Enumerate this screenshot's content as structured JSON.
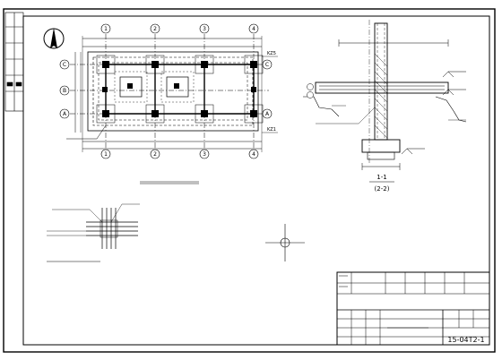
{
  "drawing": {
    "plan_grid_columns": [
      "1",
      "2",
      "3",
      "4"
    ],
    "plan_grid_rows": [
      "A",
      "B",
      "C"
    ],
    "section_label": "1-1",
    "section_sub_label": "(2-2)",
    "ref_label_top": "KZ5",
    "ref_label_bottom": "KZ1",
    "drawing_number": "15-04T2-1"
  },
  "colors": {
    "line": "#000000",
    "background": "#ffffff"
  }
}
